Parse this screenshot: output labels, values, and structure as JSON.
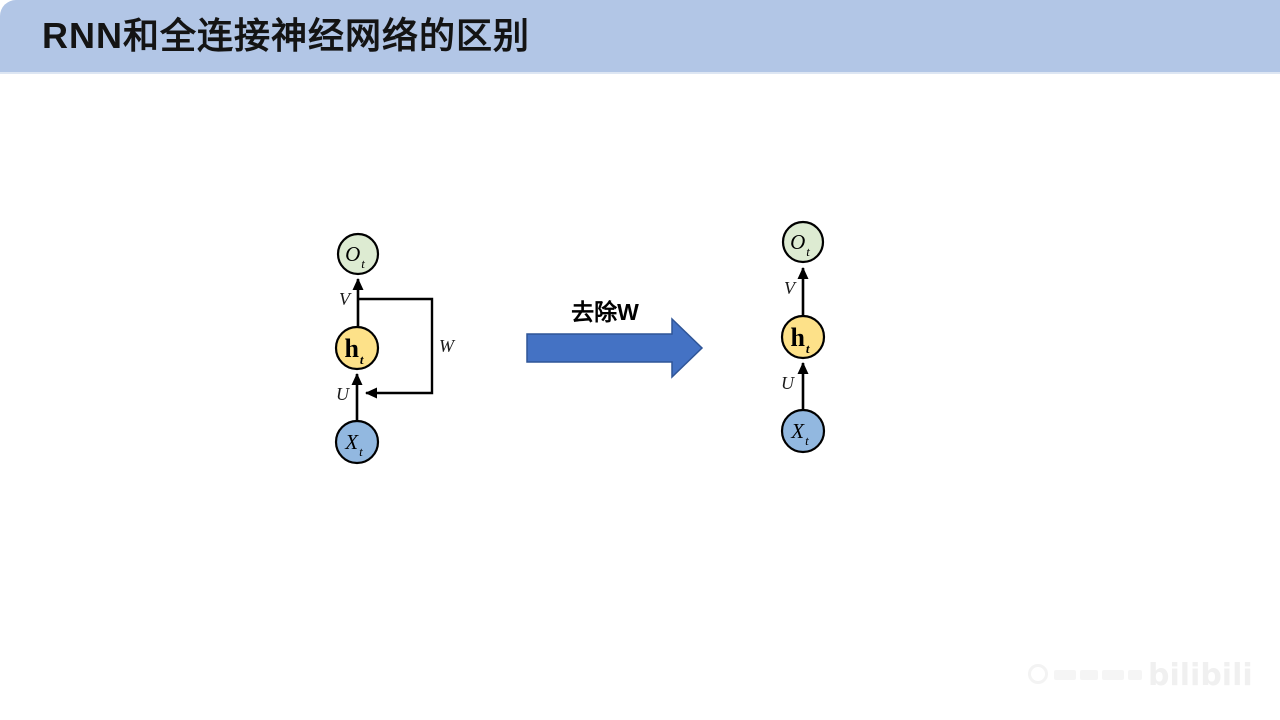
{
  "slide": {
    "title": "RNN和全连接神经网络的区别",
    "transform_label": "去除W"
  },
  "colors": {
    "header_bg": "#b2c6e6",
    "header_border": "#dde6f3",
    "title_text": "#141414",
    "node_output_fill": "#ddebd2",
    "node_hidden_fill": "#fde189",
    "node_input_fill": "#92b8e0",
    "node_stroke": "#000000",
    "edge_stroke": "#000000",
    "arrow_fill": "#4472c4",
    "arrow_stroke": "#2f5597"
  },
  "rnn_diagram": {
    "output_node": {
      "main": "O",
      "sub": "t"
    },
    "hidden_node": {
      "main": "h",
      "sub": "t"
    },
    "input_node": {
      "main": "X",
      "sub": "t"
    },
    "edges": {
      "v": "V",
      "u": "U",
      "w": "W"
    }
  },
  "fc_diagram": {
    "output_node": {
      "main": "O",
      "sub": "t"
    },
    "hidden_node": {
      "main": "h",
      "sub": "t"
    },
    "input_node": {
      "main": "X",
      "sub": "t"
    },
    "edges": {
      "v": "V",
      "u": "U"
    }
  },
  "watermark": {
    "logo_text": "bilibili"
  }
}
